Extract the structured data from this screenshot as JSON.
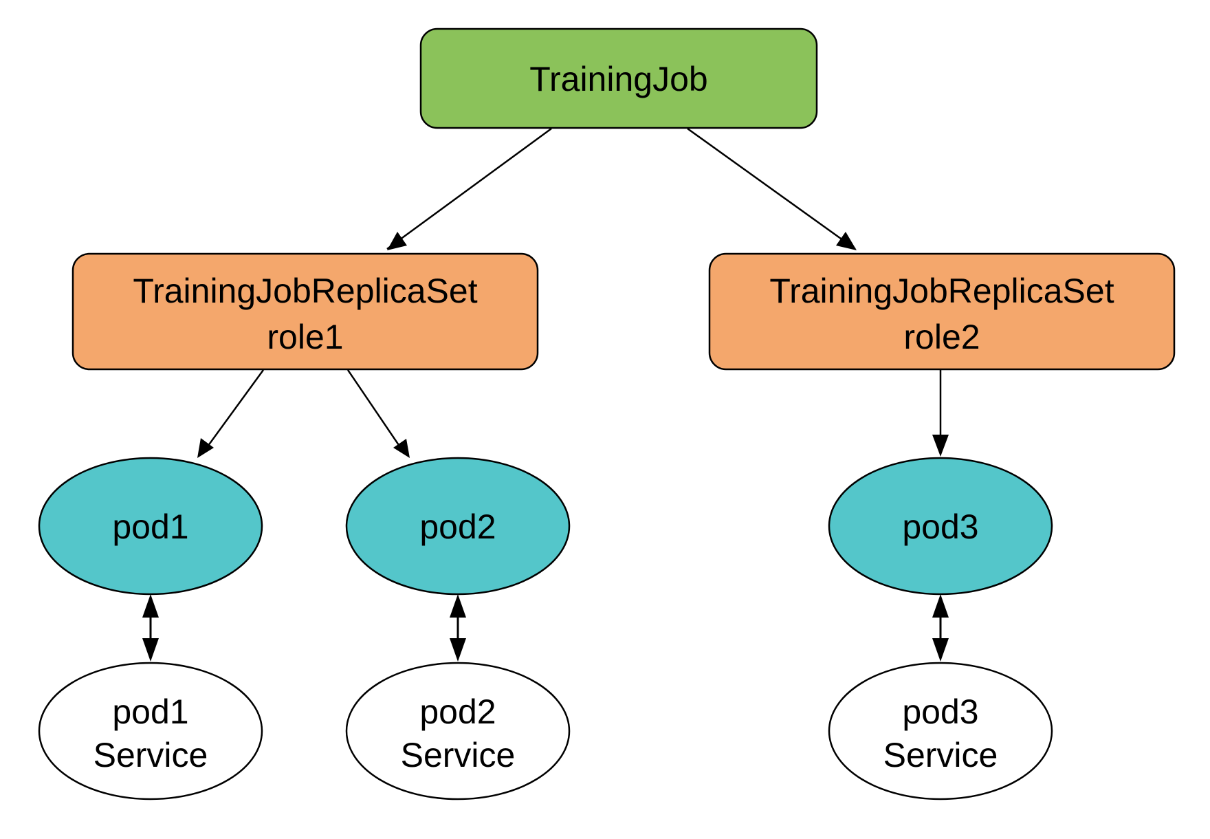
{
  "colors": {
    "training_job_fill": "#8BC25A",
    "replica_set_fill": "#F4A76C",
    "pod_fill": "#54C6CA",
    "service_fill": "#FFFFFF",
    "stroke": "#000000"
  },
  "nodes": {
    "training_job": {
      "label": "TrainingJob"
    },
    "replica_set_role1": {
      "line1": "TrainingJobReplicaSet",
      "line2": "role1"
    },
    "replica_set_role2": {
      "line1": "TrainingJobReplicaSet",
      "line2": "role2"
    },
    "pod1": {
      "label": "pod1"
    },
    "pod2": {
      "label": "pod2"
    },
    "pod3": {
      "label": "pod3"
    },
    "pod1_service": {
      "line1": "pod1",
      "line2": "Service"
    },
    "pod2_service": {
      "line1": "pod2",
      "line2": "Service"
    },
    "pod3_service": {
      "line1": "pod3",
      "line2": "Service"
    }
  },
  "edges": [
    {
      "from": "training_job",
      "to": "replica_set_role1",
      "direction": "forward"
    },
    {
      "from": "training_job",
      "to": "replica_set_role2",
      "direction": "forward"
    },
    {
      "from": "replica_set_role1",
      "to": "pod1",
      "direction": "forward"
    },
    {
      "from": "replica_set_role1",
      "to": "pod2",
      "direction": "forward"
    },
    {
      "from": "replica_set_role2",
      "to": "pod3",
      "direction": "forward"
    },
    {
      "from": "pod1",
      "to": "pod1_service",
      "direction": "both"
    },
    {
      "from": "pod2",
      "to": "pod2_service",
      "direction": "both"
    },
    {
      "from": "pod3",
      "to": "pod3_service",
      "direction": "both"
    }
  ]
}
